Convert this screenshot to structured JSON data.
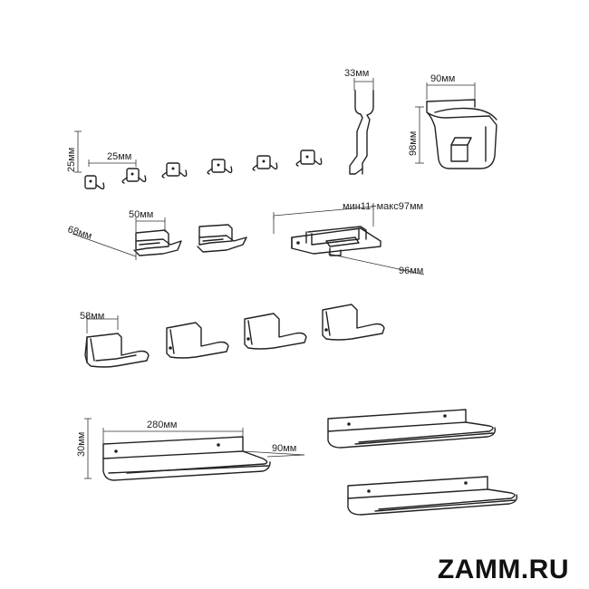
{
  "brand": "ZAMM.RU",
  "dimensions": {
    "hook_rail_height": "33мм",
    "cup_holder_width": "90мм",
    "cup_holder_height": "98мм",
    "small_hook_height": "25мм",
    "small_hook_spacing": "25мм",
    "hook_holder_width": "50мм",
    "hook_holder_depth": "68мм",
    "adjustable_range": "мин11~макс97мм",
    "adjustable_depth": "96мм",
    "phone_holder_width": "58мм",
    "shelf_height": "30мм",
    "shelf_length": "280мм",
    "shelf_depth": "90мм"
  }
}
